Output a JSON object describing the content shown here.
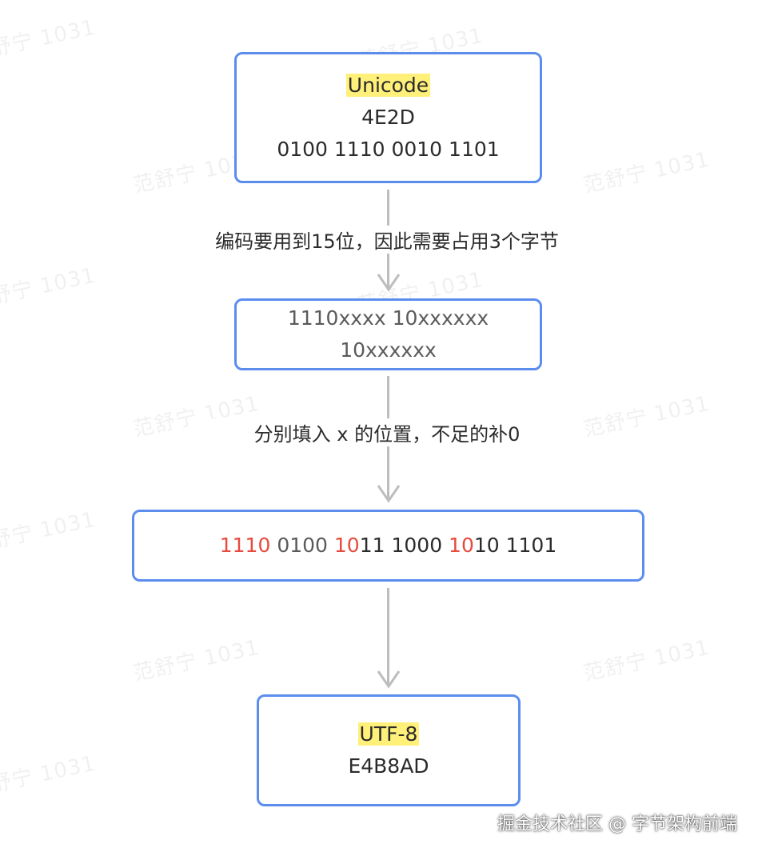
{
  "watermark_text": "范舒宁 1031",
  "nodes": {
    "unicode": {
      "title": "Unicode",
      "hex": "4E2D",
      "binary": "0100 1110 0010 1101"
    },
    "template": {
      "text": "1110xxxx 10xxxxxx 10xxxxxx"
    },
    "filled": {
      "segments": [
        {
          "text": "1110",
          "style": "red"
        },
        {
          "text": " 0100 ",
          "style": "dim"
        },
        {
          "text": "10",
          "style": "red"
        },
        {
          "text": "11 1000 ",
          "style": "dark"
        },
        {
          "text": "10",
          "style": "red"
        },
        {
          "text": "10 1101",
          "style": "dark"
        }
      ]
    },
    "utf8": {
      "title": "UTF-8",
      "hex": "E4B8AD"
    }
  },
  "edges": {
    "e1": "编码要用到15位，因此需要占用3个字节",
    "e2": "分别填入 x 的位置，不足的补0"
  },
  "footer": "掘金技术社区 @ 字节架构前端",
  "colors": {
    "node_border": "#5b8def",
    "highlight": "#fff07a",
    "accent_red": "#e84a3f",
    "connector": "#bdbdbd"
  }
}
